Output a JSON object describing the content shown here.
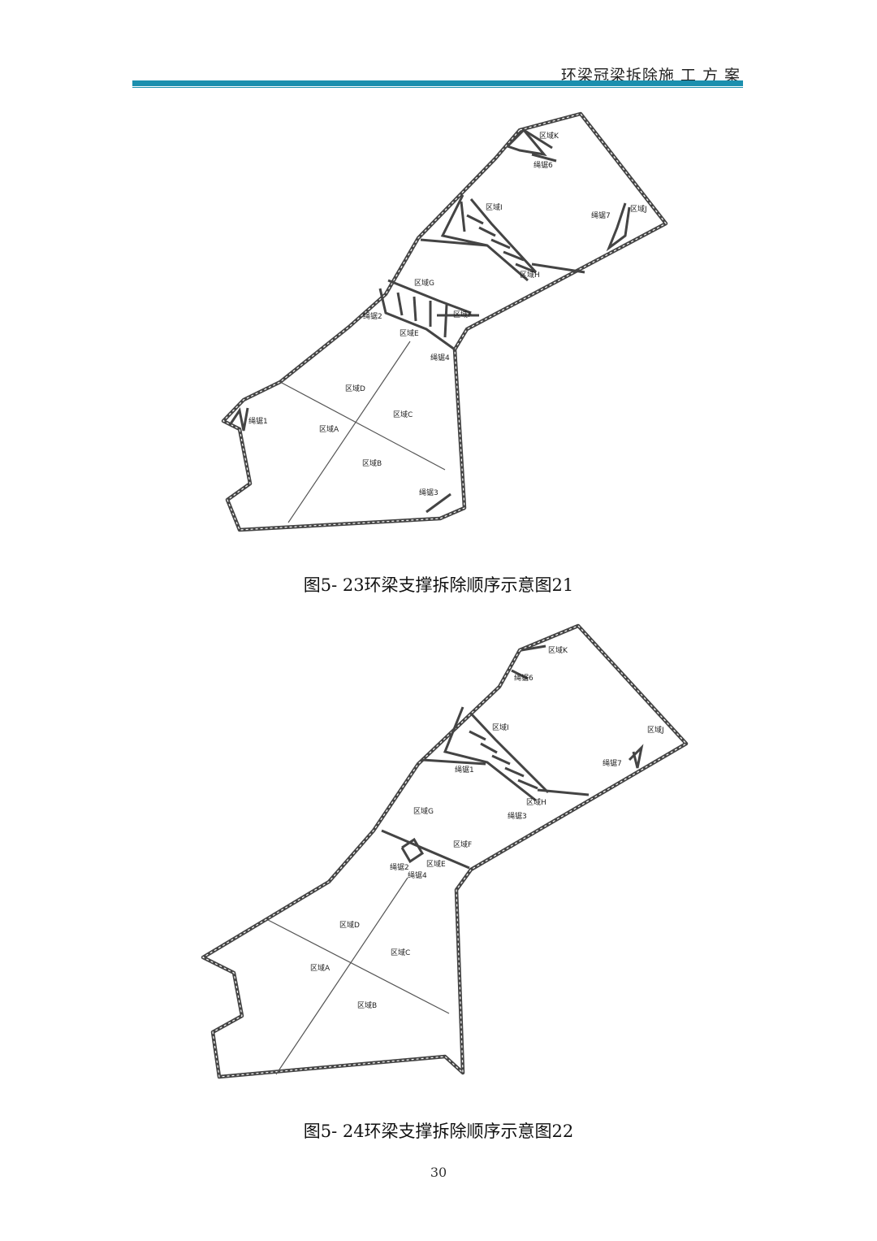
{
  "header": {
    "title": "环梁冠梁拆除施 工 方 案"
  },
  "figure1": {
    "caption": "图5- 23环梁支撑拆除顺序示意图21",
    "labels": {
      "zoneK": "区域K",
      "rope6": "绳锯6",
      "zoneI": "区域I",
      "rope7": "绳锯7",
      "zoneJ": "区域J",
      "zoneH": "区域H",
      "zoneG": "区域G",
      "zoneF": "区域F",
      "rope2": "绳锯2",
      "zoneE": "区域E",
      "rope4": "绳锯4",
      "zoneD": "区域D",
      "zoneC": "区域C",
      "rope1": "绳锯1",
      "zoneA": "区域A",
      "zoneB": "区域B",
      "rope3": "绳锯3"
    }
  },
  "figure2": {
    "caption": "图5- 24环梁支撑拆除顺序示意图22",
    "labels": {
      "zoneK": "区域K",
      "rope6": "绳锯6",
      "zoneI": "区域I",
      "zoneJ": "区域J",
      "rope7": "绳锯7",
      "rope1": "绳锯1",
      "zoneH": "区域H",
      "zoneG": "区域G",
      "rope3": "绳锯3",
      "zoneF": "区域F",
      "rope2": "绳锯2",
      "zoneE": "区域E",
      "rope4": "绳锯4",
      "zoneD": "区域D",
      "zoneC": "区域C",
      "zoneA": "区域A",
      "zoneB": "区域B"
    }
  },
  "page_number": "30"
}
